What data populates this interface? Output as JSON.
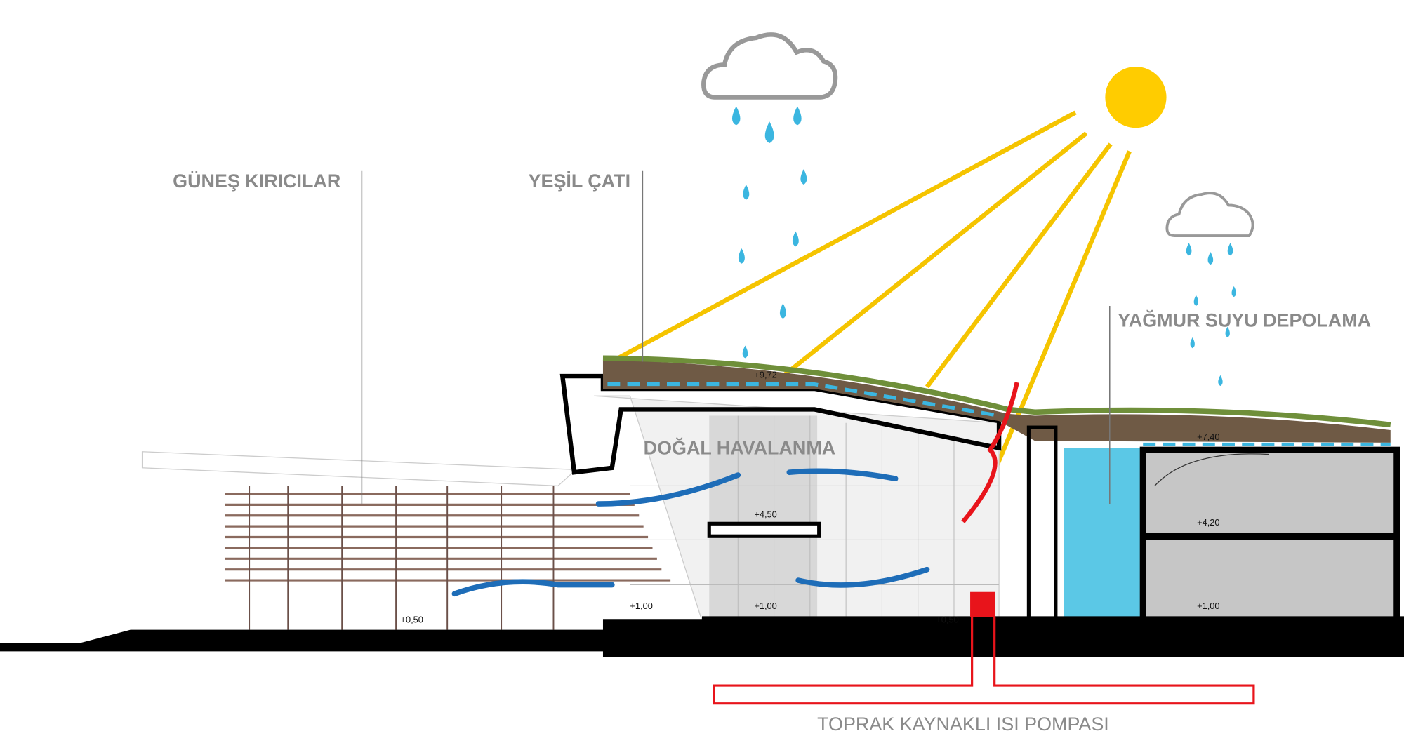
{
  "labels": {
    "sun_breakers": "GÜNEŞ KIRICILAR",
    "green_roof": "YEŞİL ÇATI",
    "rainwater_storage": "YAĞMUR SUYU DEPOLAMA",
    "natural_ventilation": "DOĞAL HAVALANMA",
    "ground_source_heat_pump": "TOPRAK KAYNAKLI ISI POMPASI"
  },
  "elevations": [
    "+0,50",
    "+1,00",
    "+1,00",
    "+4,50",
    "+0,50",
    "+9,72",
    "+7,40",
    "+4,20",
    "+1,00"
  ],
  "colors": {
    "sun": "#FFCC00",
    "sun_rays": "#F5C400",
    "rain": "#3BB6E0",
    "water_tank": "#5BC8E6",
    "airflow": "#1E6DB8",
    "heat": "#E8141B",
    "label_gray": "#8a8a8a",
    "structure": "#000000",
    "green_roof": "#6f8f3a"
  }
}
